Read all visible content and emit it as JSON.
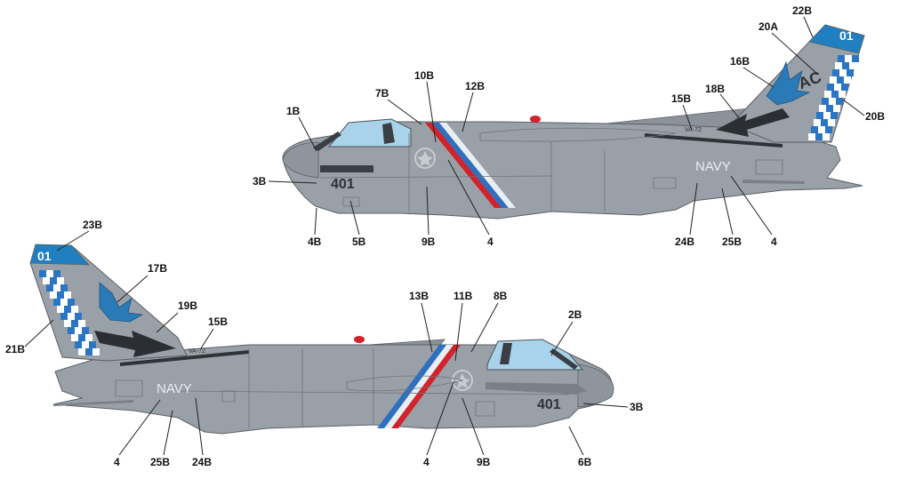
{
  "colors": {
    "fuselage": "#9aa0a7",
    "fuselage_shade": "#8c9299",
    "canopy": "#a9d3ea",
    "tail_blue": "#1f7fc0",
    "check_blue": "#2a76c4",
    "stripe_red": "#d2232a",
    "stripe_blue": "#2f6fc0",
    "marking_white": "#e9eef2",
    "dark_panel": "#2f3338"
  },
  "markings": {
    "modex": "401",
    "tail_number": "01",
    "tail_code": "AC",
    "service": "NAVY",
    "squadron": "VA-72"
  },
  "callouts_top": {
    "c1B": "1B",
    "c3B": "3B",
    "c4B": "4B",
    "c5B": "5B",
    "c7B": "7B",
    "c9B": "9B",
    "c10B": "10B",
    "c12B": "12B",
    "c4a": "4",
    "c15B": "15B",
    "c16B": "16B",
    "c18B": "18B",
    "c20A": "20A",
    "c20B": "20B",
    "c22B": "22B",
    "c24B": "24B",
    "c25B": "25B",
    "c4b": "4"
  },
  "callouts_bottom": {
    "c23B": "23B",
    "c17B": "17B",
    "c19B": "19B",
    "c15B": "15B",
    "c21B": "21B",
    "c13B": "13B",
    "c11B": "11B",
    "c8B": "8B",
    "c2B": "2B",
    "c3B": "3B",
    "c4a": "4",
    "c25B": "25B",
    "c24B": "24B",
    "c4b": "4",
    "c9B": "9B",
    "c6B": "6B"
  }
}
